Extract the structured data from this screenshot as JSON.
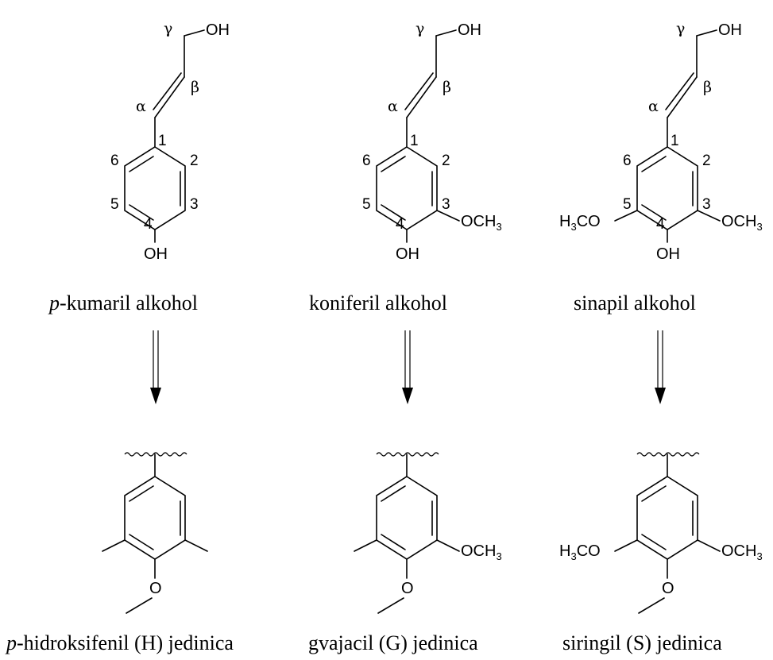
{
  "labels": {
    "oh": "OH",
    "o": "O",
    "och3_main": "OCH",
    "h3co_h": "H",
    "h3co_co": "CO",
    "sub3": "3",
    "alpha": "α",
    "beta": "β",
    "gamma": "γ",
    "n1": "1",
    "n2": "2",
    "n3": "3",
    "n4": "4",
    "n5": "5",
    "n6": "6"
  },
  "monomers": [
    {
      "prefix": "p",
      "name": "-kumaril alkohol"
    },
    {
      "prefix": "",
      "name": "koniferil alkohol"
    },
    {
      "prefix": "",
      "name": "sinapil alkohol"
    }
  ],
  "units": [
    {
      "prefix": "p",
      "name": "-hidroksifenil (H) jedinica"
    },
    {
      "prefix": "",
      "name": "gvajacil (G) jedinica"
    },
    {
      "prefix": "",
      "name": "siringil (S) jedinica"
    }
  ]
}
